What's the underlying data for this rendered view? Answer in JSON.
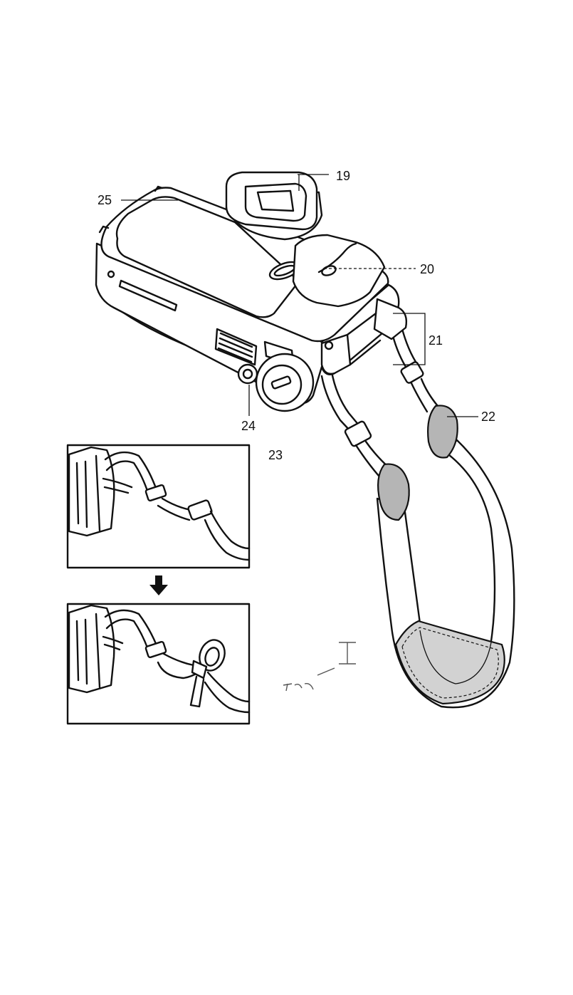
{
  "figure": {
    "labels": {
      "l19": "19",
      "l20": "20",
      "l21": "21",
      "l22": "22",
      "l23": "23",
      "l24": "24",
      "l25": "25"
    }
  },
  "colors": {
    "line": "#111111",
    "background": "#ffffff",
    "pad_fill": "#b5b5b5"
  }
}
